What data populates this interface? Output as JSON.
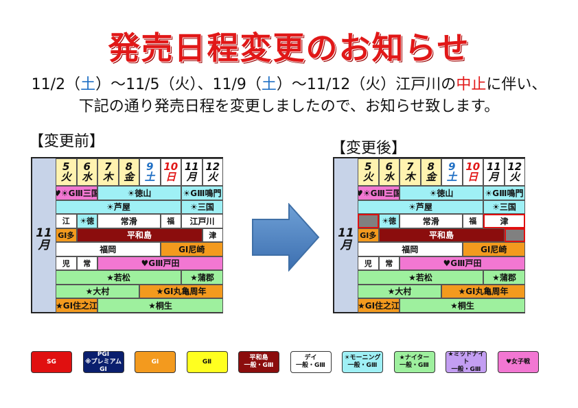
{
  "title": "発売日程変更のお知らせ",
  "notice": {
    "l1a": "11/2（",
    "l1b": "土",
    "l1c": "）～11/5（火）、11/9（",
    "l1d": "土",
    "l1e": "）～11/12（火）江戸川の",
    "l1f": "中止",
    "l1g": "に伴い、",
    "l2": "下記の通り発売日程を変更しましたので、お知らせ致します。"
  },
  "before_label": "【変更前】",
  "after_label": "【変更後】",
  "month": {
    "num": "11",
    "unit": "月"
  },
  "days": [
    {
      "n": "5",
      "w": "火"
    },
    {
      "n": "6",
      "w": "水"
    },
    {
      "n": "7",
      "w": "木"
    },
    {
      "n": "8",
      "w": "金"
    },
    {
      "n": "9",
      "w": "土"
    },
    {
      "n": "10",
      "w": "日"
    },
    {
      "n": "11",
      "w": "月"
    },
    {
      "n": "12",
      "w": "火"
    }
  ],
  "colors": {
    "sg": "#e01010",
    "pg1": "#0a1f6e",
    "g1": "#f39a1e",
    "g2": "#ffff20",
    "heiwajima": "#8b0d0d",
    "day": "#ffffff",
    "morning": "#9ff0f5",
    "nighter": "#9ef09e",
    "midnight": "#c39ef2",
    "ladies": "#f277d2",
    "gray": "#808080"
  },
  "before_rows": [
    [
      {
        "t": "♥☀GⅢ三国",
        "s": 0,
        "w": 2,
        "c": "ladies"
      },
      {
        "t": "☀徳山",
        "s": 2,
        "w": 4,
        "c": "morning"
      },
      {
        "t": "☀GⅢ鳴門",
        "s": 6,
        "w": 2,
        "c": "morning"
      }
    ],
    [
      {
        "t": "☀芦屋",
        "s": 0,
        "w": 6,
        "c": "morning"
      },
      {
        "t": "☀三国",
        "s": 6,
        "w": 2,
        "c": "morning"
      }
    ],
    [
      {
        "t": "江",
        "s": 0,
        "w": 1,
        "c": "day"
      },
      {
        "t": "☀徳",
        "s": 1,
        "w": 1,
        "c": "morning"
      },
      {
        "t": "常滑",
        "s": 2,
        "w": 3,
        "c": "day"
      },
      {
        "t": "福",
        "s": 5,
        "w": 1,
        "c": "day"
      },
      {
        "t": "江戸川",
        "s": 6,
        "w": 2,
        "c": "day"
      }
    ],
    [
      {
        "t": "GⅠ多",
        "s": 0,
        "w": 1,
        "c": "g1"
      },
      {
        "t": "平和島",
        "s": 1,
        "w": 6,
        "c": "heiwajima"
      },
      {
        "t": "津",
        "s": 7,
        "w": 1,
        "c": "day"
      }
    ],
    [
      {
        "t": "福岡",
        "s": 0,
        "w": 5,
        "c": "day"
      },
      {
        "t": "GⅠ尼崎",
        "s": 5,
        "w": 3,
        "c": "g1"
      }
    ],
    [
      {
        "t": "児",
        "s": 0,
        "w": 1,
        "c": "day"
      },
      {
        "t": "常",
        "s": 1,
        "w": 1,
        "c": "day"
      },
      {
        "t": "♥GⅢ戸田",
        "s": 2,
        "w": 6,
        "c": "ladies"
      }
    ],
    [
      {
        "t": "★若松",
        "s": 0,
        "w": 6,
        "c": "nighter"
      },
      {
        "t": "★蒲郡",
        "s": 6,
        "w": 2,
        "c": "nighter"
      }
    ],
    [
      {
        "t": "★大村",
        "s": 0,
        "w": 4,
        "c": "nighter"
      },
      {
        "t": "★GⅠ丸亀周年",
        "s": 4,
        "w": 4,
        "c": "g1"
      }
    ],
    [
      {
        "t": "★GⅠ住之江",
        "s": 0,
        "w": 2,
        "c": "g1"
      },
      {
        "t": "★桐生",
        "s": 2,
        "w": 6,
        "c": "nighter"
      }
    ]
  ],
  "after_rows": [
    [
      {
        "t": "♥☀GⅢ三国",
        "s": 0,
        "w": 2,
        "c": "ladies"
      },
      {
        "t": "☀徳山",
        "s": 2,
        "w": 4,
        "c": "morning"
      },
      {
        "t": "☀GⅢ鳴門",
        "s": 6,
        "w": 2,
        "c": "morning"
      }
    ],
    [
      {
        "t": "☀芦屋",
        "s": 0,
        "w": 6,
        "c": "morning"
      },
      {
        "t": "☀三国",
        "s": 6,
        "w": 2,
        "c": "morning"
      }
    ],
    [
      {
        "t": "",
        "s": 0,
        "w": 1,
        "c": "gray",
        "hl": 1
      },
      {
        "t": "☀徳",
        "s": 1,
        "w": 1,
        "c": "morning"
      },
      {
        "t": "常滑",
        "s": 2,
        "w": 3,
        "c": "day"
      },
      {
        "t": "福",
        "s": 5,
        "w": 1,
        "c": "day"
      },
      {
        "t": "津",
        "s": 6,
        "w": 2,
        "c": "day",
        "hl": 1
      }
    ],
    [
      {
        "t": "GⅠ多",
        "s": 0,
        "w": 1,
        "c": "g1"
      },
      {
        "t": "平和島",
        "s": 1,
        "w": 6,
        "c": "heiwajima"
      },
      {
        "t": "",
        "s": 7,
        "w": 1,
        "c": "gray",
        "hl": 1
      }
    ],
    [
      {
        "t": "福岡",
        "s": 0,
        "w": 5,
        "c": "day"
      },
      {
        "t": "GⅠ尼崎",
        "s": 5,
        "w": 3,
        "c": "g1"
      }
    ],
    [
      {
        "t": "児",
        "s": 0,
        "w": 1,
        "c": "day"
      },
      {
        "t": "常",
        "s": 1,
        "w": 1,
        "c": "day"
      },
      {
        "t": "♥GⅢ戸田",
        "s": 2,
        "w": 6,
        "c": "ladies"
      }
    ],
    [
      {
        "t": "★若松",
        "s": 0,
        "w": 6,
        "c": "nighter"
      },
      {
        "t": "★蒲郡",
        "s": 6,
        "w": 2,
        "c": "nighter"
      }
    ],
    [
      {
        "t": "★大村",
        "s": 0,
        "w": 4,
        "c": "nighter"
      },
      {
        "t": "★GⅠ丸亀周年",
        "s": 4,
        "w": 4,
        "c": "g1"
      }
    ],
    [
      {
        "t": "★GⅠ住之江",
        "s": 0,
        "w": 2,
        "c": "g1"
      },
      {
        "t": "★桐生",
        "s": 2,
        "w": 6,
        "c": "nighter"
      }
    ]
  ],
  "legend": [
    {
      "l1": "SG",
      "l2": "",
      "c": "sg",
      "fg": "#ffffff"
    },
    {
      "l1": "PGⅠ",
      "l2": "※プレミアムGⅠ",
      "c": "pg1",
      "fg": "#ffffff"
    },
    {
      "l1": "GⅠ",
      "l2": "",
      "c": "g1",
      "fg": "#ffffff"
    },
    {
      "l1": "GⅡ",
      "l2": "",
      "c": "g2",
      "fg": "#111111"
    },
    {
      "l1": "平和島",
      "l2": "一般・GⅢ",
      "c": "heiwajima",
      "fg": "#ffffff"
    },
    {
      "l1": "デイ",
      "l2": "一般・GⅢ",
      "c": "day",
      "fg": "#111111"
    },
    {
      "l1": "☀モーニング",
      "l2": "一般・GⅢ",
      "c": "morning",
      "fg": "#111111"
    },
    {
      "l1": "★ナイター",
      "l2": "一般・GⅢ",
      "c": "nighter",
      "fg": "#111111"
    },
    {
      "l1": "★ミッドナイト",
      "l2": "一般・GⅢ",
      "c": "midnight",
      "fg": "#111111"
    },
    {
      "l1": "♥女子戦",
      "l2": "",
      "c": "ladies",
      "fg": "#111111"
    }
  ]
}
